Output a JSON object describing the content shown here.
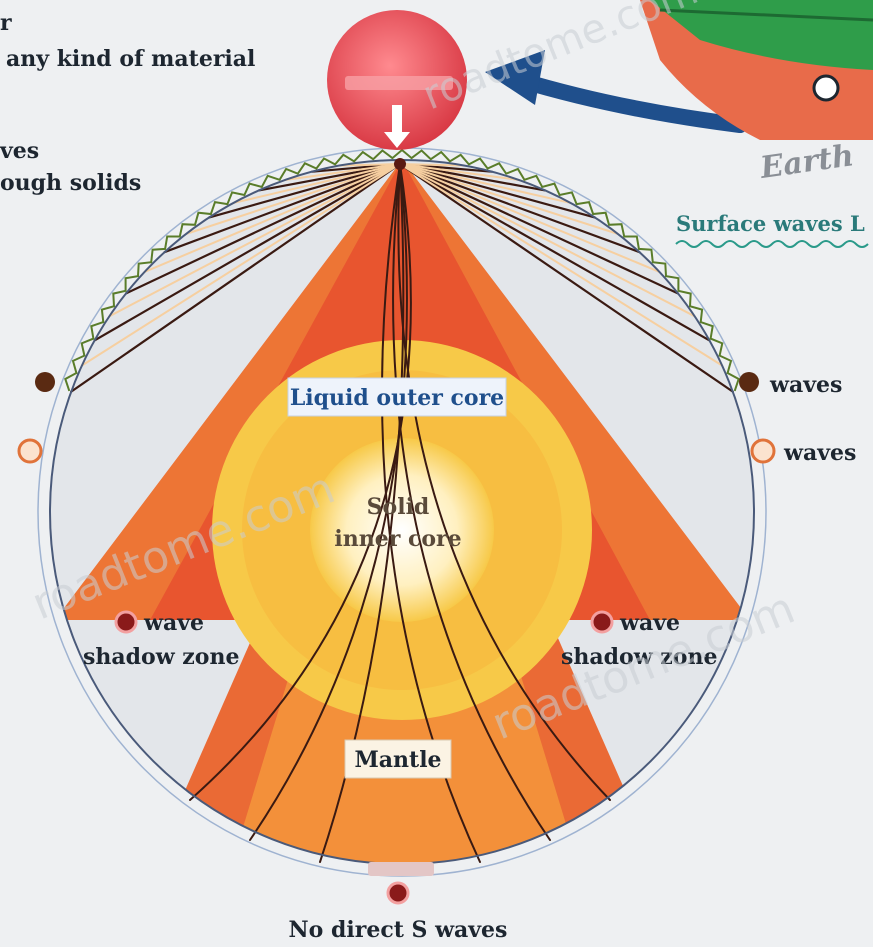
{
  "labels": {
    "top_left_1": "r",
    "top_left_2": "any kind of material",
    "top_left_3": "ves",
    "top_left_4": "ough solids",
    "surface_waves": "Surface waves L",
    "earth_partial": "Earth",
    "liquid_outer_core": "Liquid outer core",
    "solid_inner_core_1": "Solid",
    "solid_inner_core_2": "inner core",
    "mantle": "Mantle",
    "right_p_waves": "waves",
    "right_s_waves": "waves",
    "left_shadow_wave": "wave",
    "left_shadow_zone": "shadow zone",
    "right_shadow_wave": "wave",
    "right_shadow_zone": "shadow zone",
    "bottom_caption": "No direct S waves",
    "watermark_1": "roadtome.com",
    "watermark_2": "roadtome.com",
    "watermark_3": "roadtome.com"
  },
  "colors": {
    "mantle_outer": "#e8552f",
    "mantle_inner": "#f7a23c",
    "outer_core": "#f7c948",
    "inner_core": "#fff3c8",
    "shadow_zone": "#e3e6ea",
    "ray_dark": "#3a1a12",
    "ray_light": "#f6cfa0",
    "focus": "#e94a55"
  },
  "icons": {
    "focus_marker": "epicenter-circle-icon",
    "arrow": "curved-arrow-icon",
    "p_wave_marker": "p-wave-dot-icon",
    "s_wave_marker": "s-wave-ring-icon"
  }
}
